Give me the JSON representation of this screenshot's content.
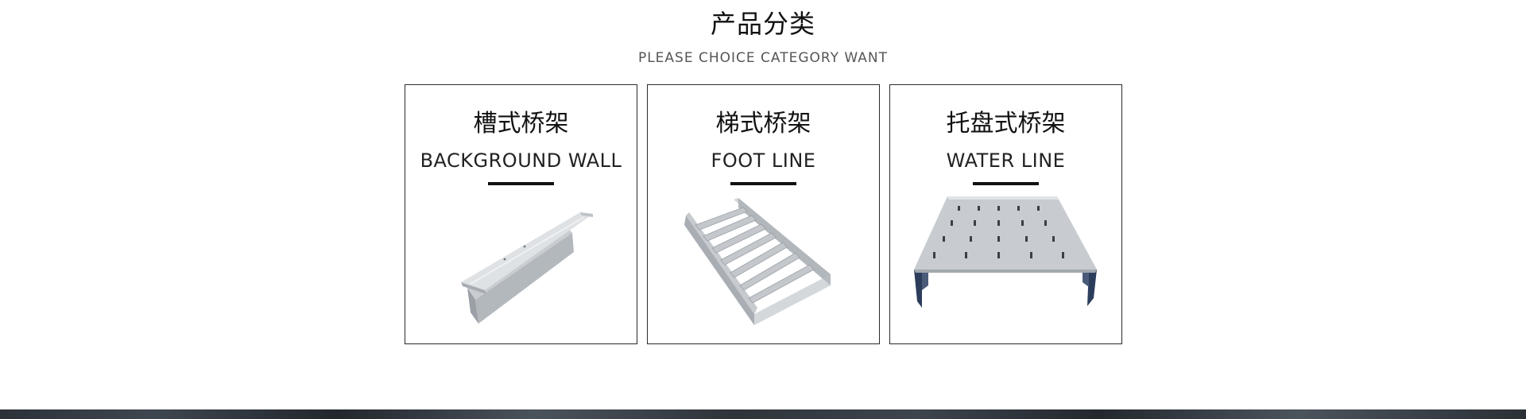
{
  "section": {
    "title": "产品分类",
    "subtitle": "PLEASE CHOICE CATEGORY WANT"
  },
  "categories": [
    {
      "title": "槽式桥架",
      "subtitle": "BACKGROUND WALL",
      "image": "trough-cable-tray-image"
    },
    {
      "title": "梯式桥架",
      "subtitle": "FOOT LINE",
      "image": "ladder-cable-tray-image"
    },
    {
      "title": "托盘式桥架",
      "subtitle": "WATER LINE",
      "image": "perforated-tray-cable-tray-image"
    }
  ],
  "colors": {
    "border": "#2a2a2a",
    "text": "#111111",
    "metal_light": "#d9dcdf",
    "metal_mid": "#b8bcc1",
    "metal_dark": "#8f959b",
    "tray_side_blue": "#2c3d5c"
  }
}
